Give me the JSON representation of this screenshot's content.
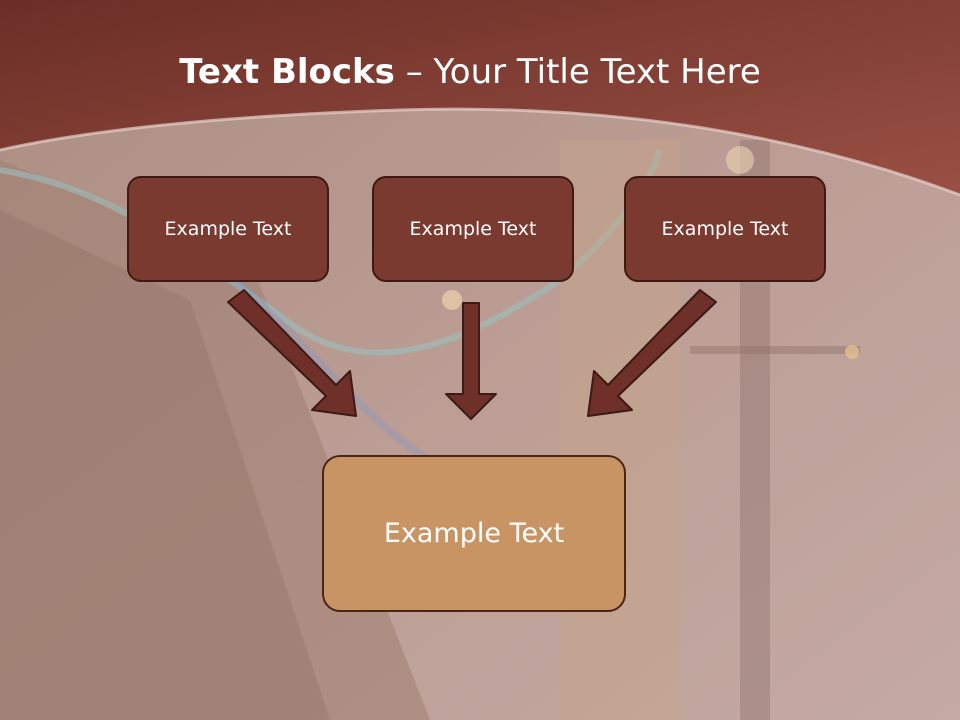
{
  "title": {
    "bold": "Text Blocks",
    "separator": "–",
    "subtitle": "Your Title Text Here"
  },
  "blocks": {
    "top": [
      "Example Text",
      "Example Text",
      "Example Text"
    ],
    "bottom": "Example Text"
  },
  "colors": {
    "header": "#7f3a30",
    "box_fill": "#7a3a30",
    "box_border": "#3e1a14",
    "center_fill": "#c89463",
    "arrow": "#6e3028"
  }
}
